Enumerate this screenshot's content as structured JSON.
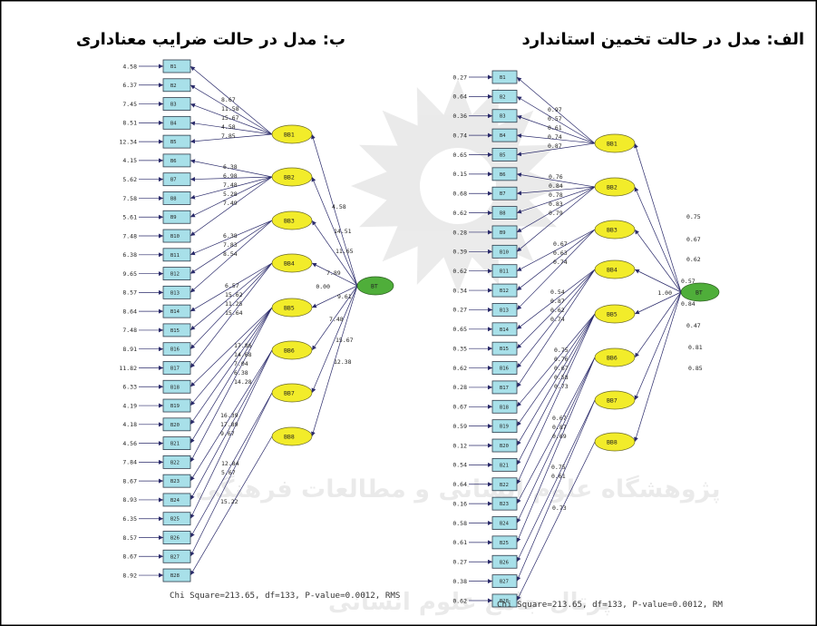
{
  "panels": [
    {
      "id": "significance",
      "title": "ب: مدل در حالت ضرایب معناداری",
      "indicators": [
        "B1",
        "B2",
        "B3",
        "B4",
        "B5",
        "B6",
        "B7",
        "B8",
        "B9",
        "B10",
        "B11",
        "B12",
        "B13",
        "B14",
        "B15",
        "B16",
        "B17",
        "B18",
        "B19",
        "B20",
        "B21",
        "B22",
        "B23",
        "B24",
        "B25",
        "B26",
        "B27",
        "B28"
      ],
      "error_values": [
        "4.58",
        "6.37",
        "7.45",
        "8.51",
        "12.34",
        "4.15",
        "5.62",
        "7.58",
        "5.61",
        "7.48",
        "6.38",
        "9.65",
        "8.57",
        "8.64",
        "7.48",
        "8.91",
        "11.82",
        "6.33",
        "4.19",
        "4.18",
        "4.56",
        "7.84",
        "8.67",
        "8.93",
        "6.35",
        "8.57",
        "8.67",
        "8.92"
      ],
      "factors": [
        {
          "label": "BB1",
          "items": [
            "B1",
            "B2",
            "B3",
            "B4",
            "B5"
          ],
          "loadings": [
            "8.67",
            "11.58",
            "15.67",
            "4.58",
            "7.85"
          ],
          "path_from_BT": "4.58"
        },
        {
          "label": "BB2",
          "items": [
            "B6",
            "B7",
            "B8",
            "B9",
            "B10"
          ],
          "loadings": [
            "6.38",
            "6.98",
            "7.48",
            "5.28",
            "7.49"
          ],
          "path_from_BT": "14.51"
        },
        {
          "label": "BB3",
          "items": [
            "B11",
            "B12",
            "B13"
          ],
          "loadings": [
            "6.38",
            "7.83",
            "8.54"
          ],
          "path_from_BT": "11.65"
        },
        {
          "label": "BB4",
          "items": [
            "B14",
            "B15",
            "B16",
            "B17"
          ],
          "loadings": [
            "6.57",
            "15.62",
            "11.25",
            "15.64"
          ],
          "path_from_BT": "7.89"
        },
        {
          "label": "BB5",
          "items": [
            "B18",
            "B19",
            "B20",
            "B21",
            "B22"
          ],
          "loadings": [
            "17.86",
            "14.68",
            "7.04",
            "6.38",
            "14.28"
          ],
          "path_from_BT": "9.61"
        },
        {
          "label": "BB6",
          "items": [
            "B23",
            "B24",
            "B25"
          ],
          "loadings": [
            "16.39",
            "17.89",
            "9.67"
          ],
          "path_from_BT": "7.48"
        },
        {
          "label": "BB7",
          "items": [
            "B26",
            "B27"
          ],
          "loadings": [
            "12.84",
            "5.67"
          ],
          "path_from_BT": "15.67"
        },
        {
          "label": "BB8",
          "items": [
            "B28"
          ],
          "loadings": [
            "15.22"
          ],
          "path_from_BT": "12.38"
        }
      ],
      "second_order": {
        "label": "BT",
        "value": "0.00"
      },
      "fit_text": "Chi Square=213.65, df=133, P-value=0.0012, RMS"
    },
    {
      "id": "standardized",
      "title": "الف: مدل در حالت تخمین استاندارد",
      "indicators": [
        "B1",
        "B2",
        "B3",
        "B4",
        "B5",
        "B6",
        "B7",
        "B8",
        "B9",
        "B10",
        "B11",
        "B12",
        "B13",
        "B14",
        "B15",
        "B16",
        "B17",
        "B18",
        "B19",
        "B20",
        "B21",
        "B22",
        "B23",
        "B24",
        "B25",
        "B26",
        "B27",
        "B28"
      ],
      "error_values": [
        "0.27",
        "0.64",
        "0.36",
        "0.74",
        "0.65",
        "0.15",
        "0.68",
        "0.62",
        "0.28",
        "0.39",
        "0.62",
        "0.34",
        "0.27",
        "0.65",
        "0.35",
        "0.62",
        "0.28",
        "0.67",
        "0.59",
        "0.12",
        "0.54",
        "0.64",
        "0.16",
        "0.58",
        "0.61",
        "0.27",
        "0.38",
        "0.62"
      ],
      "factors": [
        {
          "label": "BB1",
          "items": [
            "B1",
            "B2",
            "B3",
            "B4",
            "B5"
          ],
          "loadings": [
            "0.97",
            "0.57",
            "0.61",
            "0.74",
            "0.87"
          ],
          "path_from_BT": "0.75"
        },
        {
          "label": "BB2",
          "items": [
            "B6",
            "B7",
            "B8",
            "B9",
            "B10"
          ],
          "loadings": [
            "0.76",
            "0.84",
            "0.78",
            "0.83",
            "0.79"
          ],
          "path_from_BT": "0.67"
        },
        {
          "label": "BB3",
          "items": [
            "B11",
            "B12",
            "B13"
          ],
          "loadings": [
            "0.67",
            "0.63",
            "0.74"
          ],
          "path_from_BT": "0.62"
        },
        {
          "label": "BB4",
          "items": [
            "B14",
            "B15",
            "B16",
            "B17"
          ],
          "loadings": [
            "0.54",
            "0.87",
            "0.62",
            "0.74"
          ],
          "path_from_BT": "0.57"
        },
        {
          "label": "BB5",
          "items": [
            "B18",
            "B19",
            "B20",
            "B21",
            "B22"
          ],
          "loadings": [
            "0.75",
            "0.76",
            "0.67",
            "0.58",
            "0.73"
          ],
          "path_from_BT": "0.84"
        },
        {
          "label": "BB6",
          "items": [
            "B23",
            "B24",
            "B25"
          ],
          "loadings": [
            "0.67",
            "0.87",
            "0.69"
          ],
          "path_from_BT": "0.47"
        },
        {
          "label": "BB7",
          "items": [
            "B26",
            "B27"
          ],
          "loadings": [
            "0.75",
            "0.61"
          ],
          "path_from_BT": "0.81"
        },
        {
          "label": "BB8",
          "items": [
            "B28"
          ],
          "loadings": [
            "0.73"
          ],
          "path_from_BT": "0.85"
        }
      ],
      "second_order": {
        "label": "BT",
        "value": "1.00"
      },
      "fit_text": "Chi Square=213.65, df=133, P-value=0.0012, RM"
    }
  ],
  "watermark": {
    "line1": "پژوهشگاه علوم انسانی و مطالعات فرهنگی",
    "line2": "پرتال جامع علوم انسانی"
  },
  "colors": {
    "indicator_fill": "#a8e0e9",
    "box_stroke": "#2f3b4a",
    "factor_fill": "#f2ec2a",
    "factor_stroke": "#6b6a2a",
    "second_order_fill": "#4fae3a",
    "second_order_stroke": "#2e5e22",
    "path": "#2a2a6a",
    "frame": "#000000"
  }
}
